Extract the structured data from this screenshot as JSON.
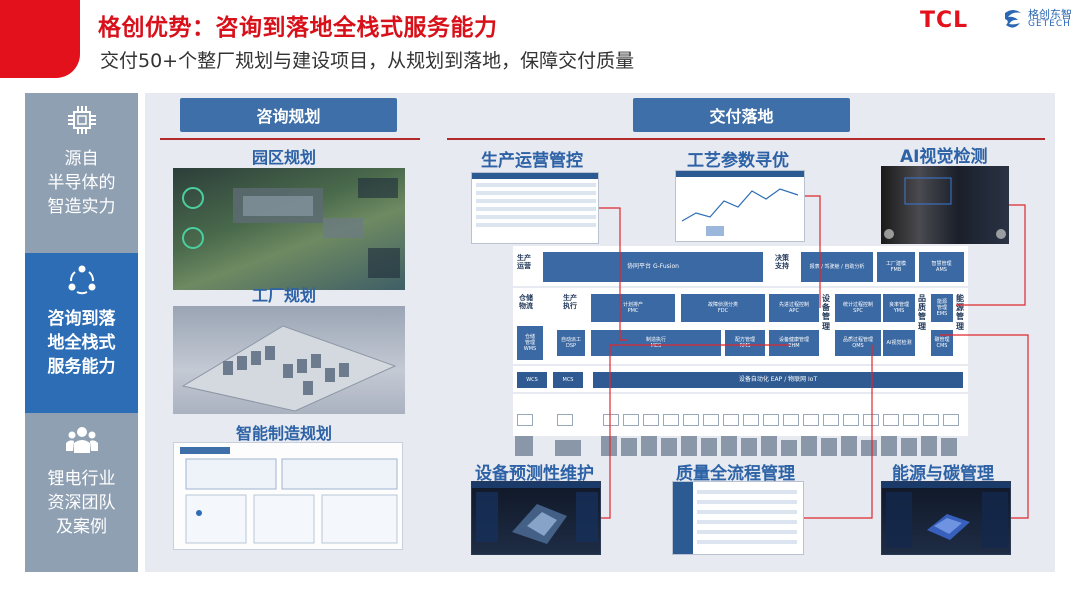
{
  "header": {
    "title": "格创优势：咨询到落地全栈式服务能力",
    "subtitle": "交付50+个整厂规划与建设项目，从规划到落地，保障交付质量",
    "logo_tcl": "TCL",
    "logo_getech_cn": "格创东智",
    "logo_getech_en": "GETECH"
  },
  "left_column": [
    {
      "label": "源自\n半导体的\n智造实力",
      "icon": "chip-icon"
    },
    {
      "label": "咨询到落\n地全栈式\n服务能力",
      "icon": "cycle-icon"
    },
    {
      "label": "锂电行业\n资深团队\n及案例",
      "icon": "team-icon"
    }
  ],
  "consulting": {
    "heading": "咨询规划",
    "items": [
      "园区规划",
      "工厂规划",
      "智能制造规划"
    ]
  },
  "delivery": {
    "heading": "交付落地",
    "top_items": [
      "生产运营管控",
      "工艺参数寻优",
      "AI视觉检测"
    ],
    "bottom_items": [
      "设备预测性维护",
      "质量全流程管理",
      "能源与碳管理"
    ]
  },
  "architecture": {
    "row1_left_label": "生产\n运营",
    "row1_main": "协同平台 G-Fusion",
    "row1_right_label": "决策\n支持",
    "row1_right_blocks": [
      "报表 / 驾驶舱 / 自助分析",
      "工厂建模\nFMB",
      "智慧管理\nAMS"
    ],
    "col_labels": [
      "仓储\n物流",
      "生产\n执行"
    ],
    "vert_labels": [
      "设备管理",
      "品质管理",
      "能源管理"
    ],
    "blocks": {
      "pmc": "计划排产\nPMC",
      "fdc": "故障侦测分类\nFDC",
      "apc": "先进过程控制\nAPC",
      "spc": "统计过程控制\nSPC",
      "yms": "良率管理\nYMS",
      "ems": "能源\n管理\nEMS",
      "wms": "仓储\n管理\nWMS",
      "dsp": "自动派工\nDSP",
      "mes": "制造执行\nMES",
      "rms": "配方管理\nRMS",
      "ehm": "设备健康管理\nEHM",
      "qms": "品质过程管理\nQMS",
      "ai": "AI视觉检测",
      "cms": "碳管理\nCMS",
      "wcs": "WCS",
      "mcs": "MCS",
      "iot": "设备自动化 EAP / 物联网 IoT"
    }
  },
  "colors": {
    "brand_red": "#e3111b",
    "title_red": "#d8101a",
    "heading_blue": "#3e6fa8",
    "caption_blue": "#2d62a6",
    "left_gray": "#8fa0b3",
    "left_active": "#2c6db5"
  }
}
